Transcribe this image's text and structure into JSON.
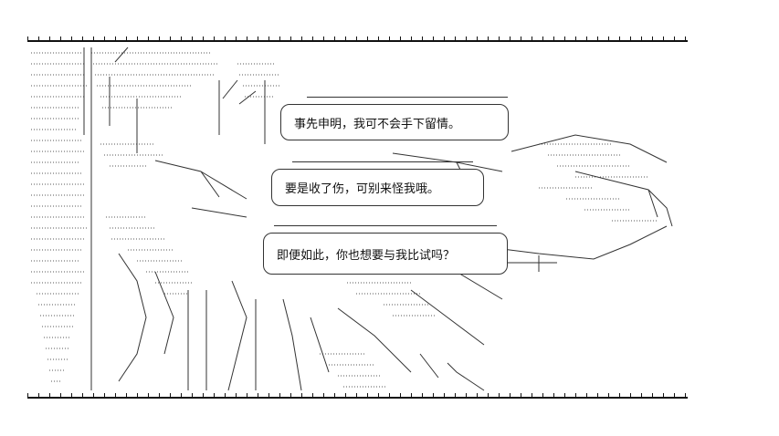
{
  "dialogue": [
    {
      "text": "事先申明，我可不会手下留情。"
    },
    {
      "text": "要是收了伤，可别来怪我哦。"
    },
    {
      "text": "即便如此，你也想要与我比试吗？"
    }
  ],
  "colors": {
    "background": "#ffffff",
    "ink": "#222222"
  }
}
